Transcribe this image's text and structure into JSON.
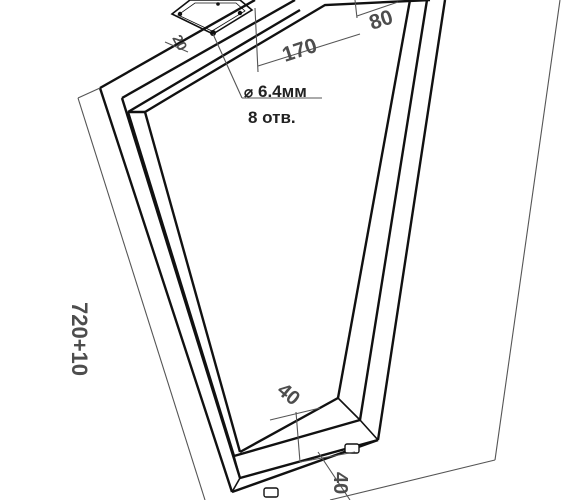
{
  "drawing": {
    "dimensions": {
      "height": "720+10",
      "top_width": "170",
      "top_depth": "80",
      "profile_top": "20",
      "profile_bottom_a": "40",
      "profile_bottom_b": "40"
    },
    "hole_note": {
      "diameter": "6.4мм",
      "diameter_symbol": "⌀",
      "count": "8 отв."
    }
  }
}
